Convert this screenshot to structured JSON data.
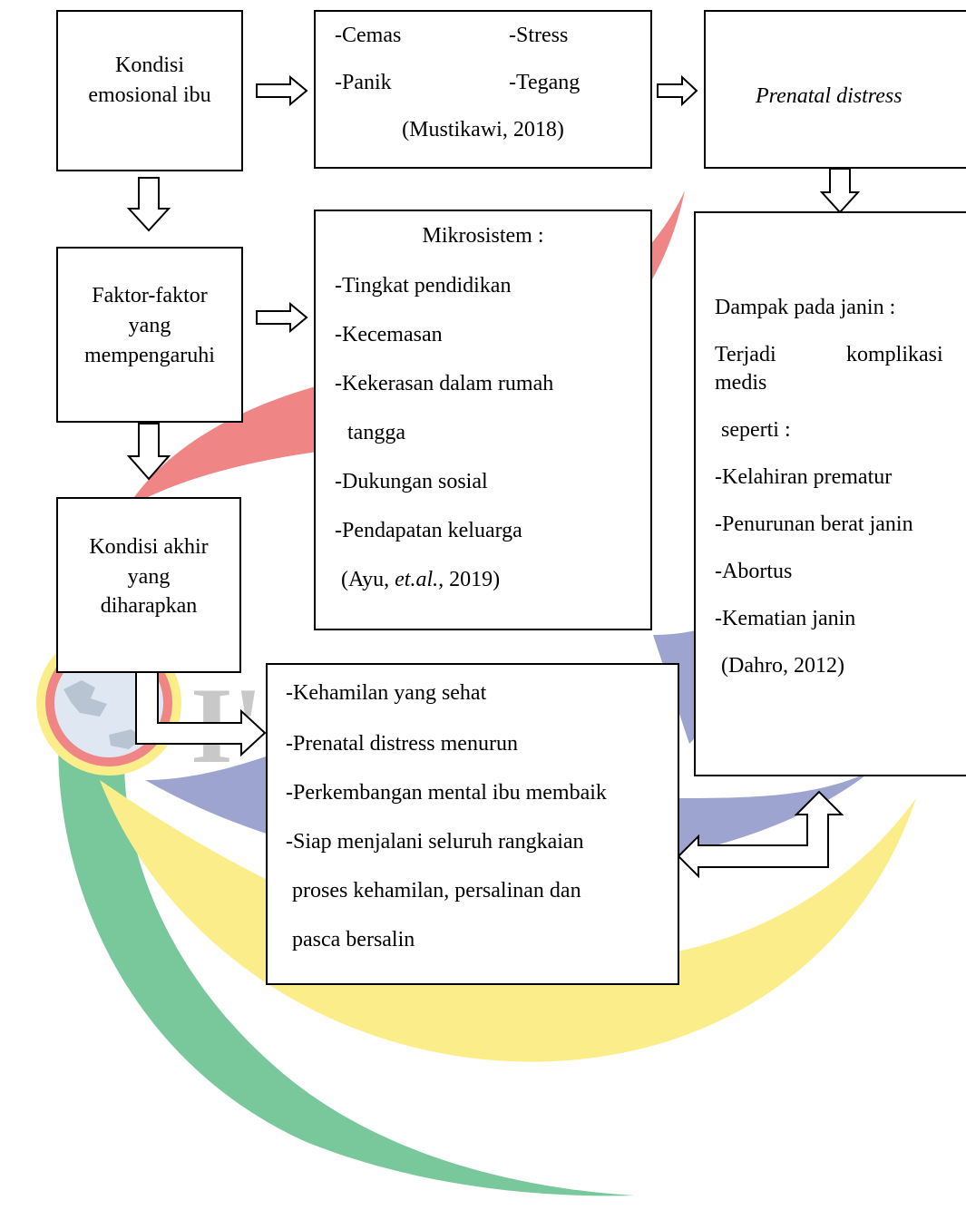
{
  "boxes": {
    "kondisi_emosional": {
      "lines": [
        "Kondisi",
        "emosional ibu"
      ]
    },
    "emosi": {
      "cemas": "-Cemas",
      "stress": "-Stress",
      "panik": "-Panik",
      "tegang": "-Tegang",
      "citation": "(Mustikawi, 2018)"
    },
    "prenatal": {
      "title": "Prenatal distress"
    },
    "faktor": {
      "lines": [
        "Faktor-faktor",
        "yang",
        "mempengaruhi"
      ]
    },
    "mikrosistem": {
      "title": "Mikrosistem :",
      "items": [
        "-Tingkat pendidikan",
        "-Kecemasan",
        "-Kekerasan dalam rumah",
        "tangga",
        "-Dukungan sosial",
        "-Pendapatan keluarga"
      ],
      "citation_prefix": "(Ayu, ",
      "citation_italic": "et.al.,",
      "citation_suffix": " 2019)"
    },
    "dampak": {
      "title": "Dampak pada janin :",
      "line1_left": "Terjadi",
      "line1_right": "komplikasi",
      "line2": "medis",
      "line3": "seperti :",
      "items": [
        "-Kelahiran  prematur",
        "-Penurunan berat janin",
        "-Abortus",
        "-Kematian janin"
      ],
      "citation": "(Dahro, 2012)"
    },
    "kondisi_akhir": {
      "lines": [
        "Kondisi akhir",
        "yang",
        "diharapkan"
      ]
    },
    "hasil": {
      "items": [
        "-Kehamilan yang sehat",
        "-Prenatal distress menurun",
        "-Perkembangan mental ibu membaik",
        "-Siap menjalani seluruh rangkaian",
        "proses kehamilan, persalinan dan",
        "pasca bersalin"
      ]
    }
  },
  "colors": {
    "watermark_red": "#ef8585",
    "watermark_blue": "#9ea4d0",
    "watermark_yellow": "#fbee8a",
    "watermark_green": "#78c89c",
    "watermark_grey": "#c8c8c8"
  }
}
